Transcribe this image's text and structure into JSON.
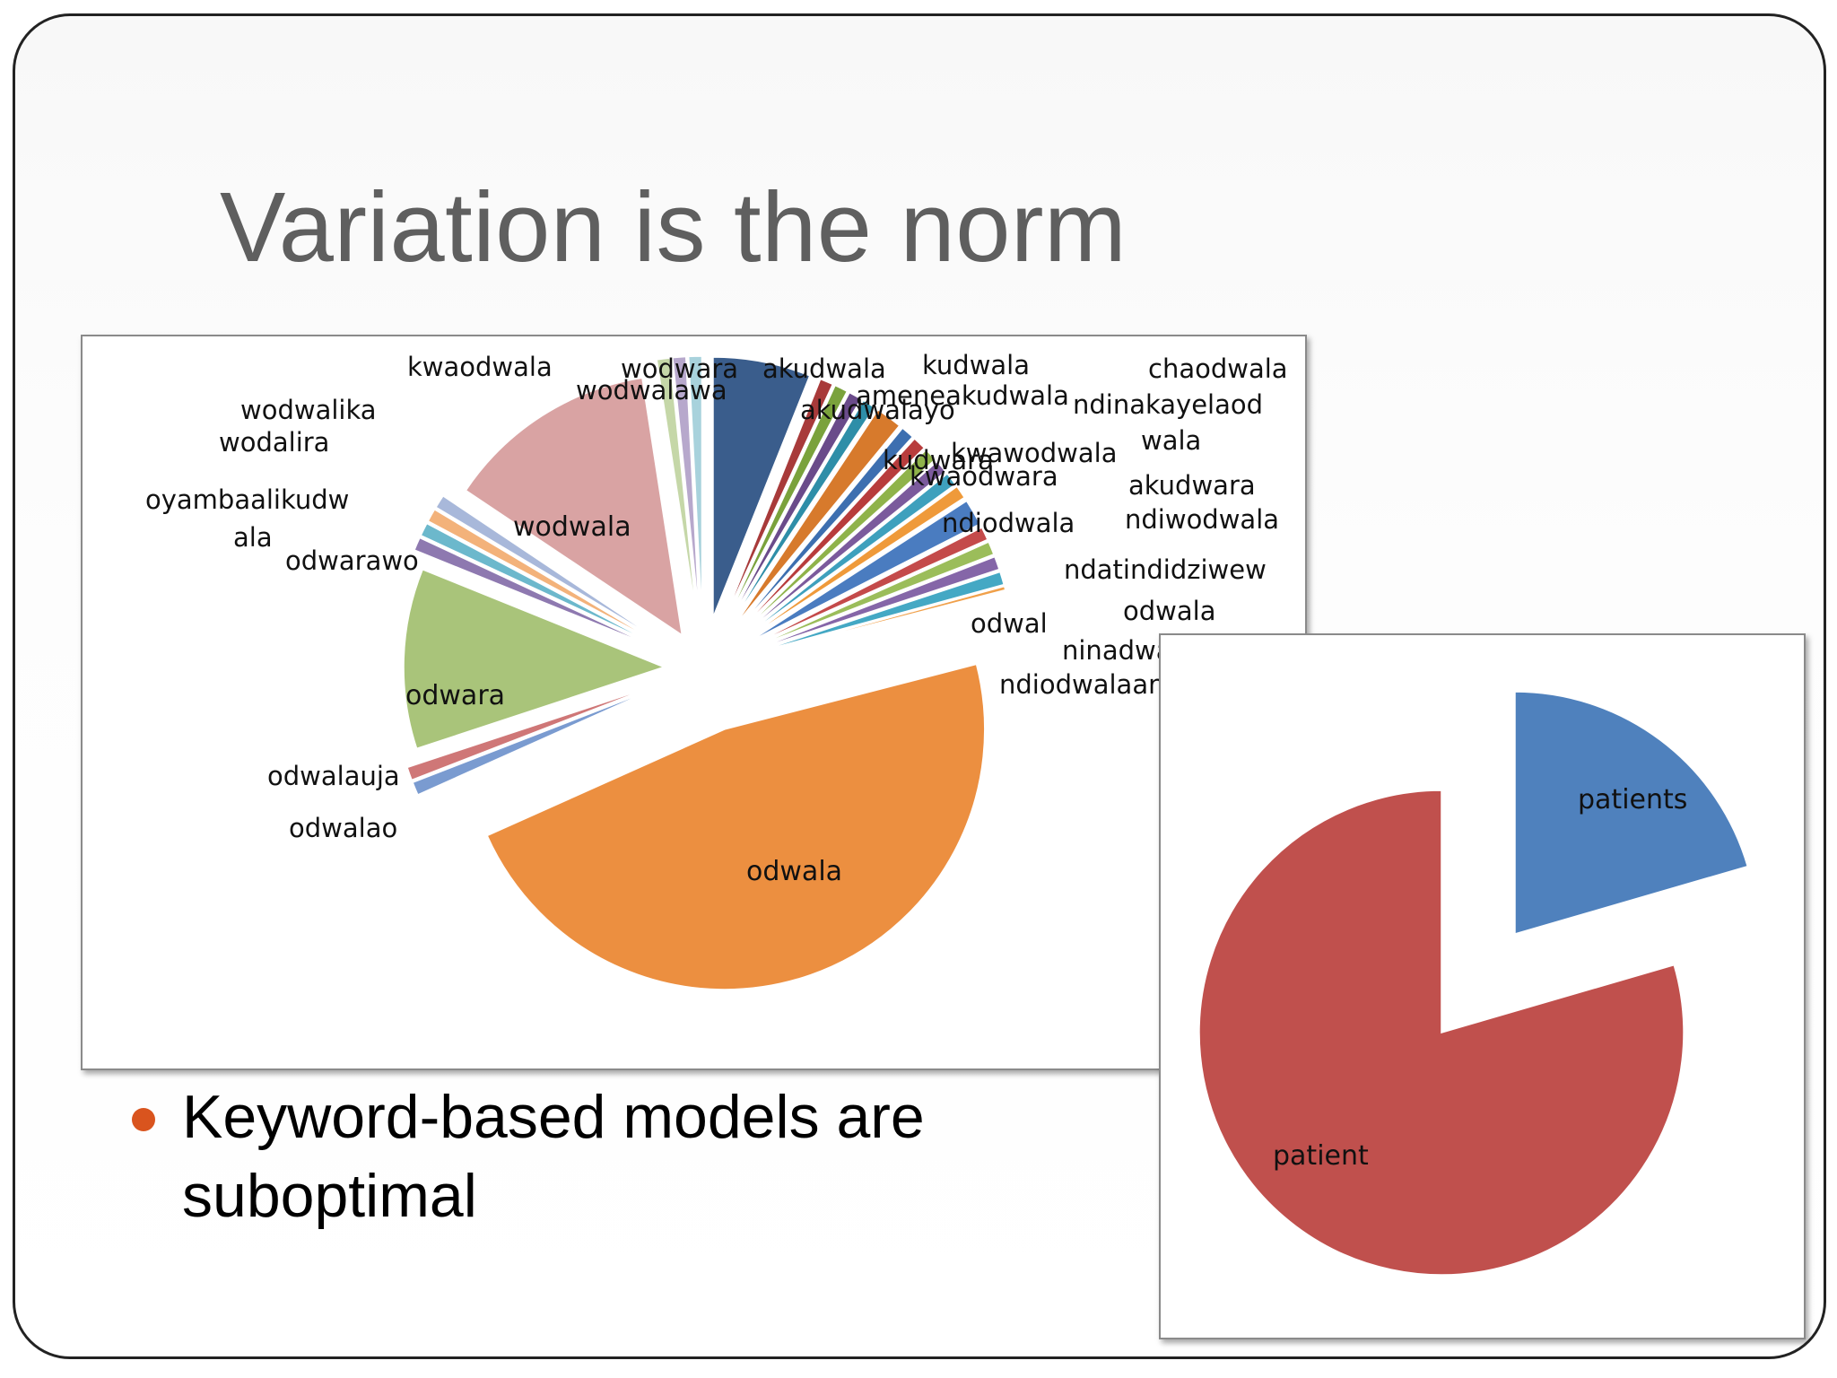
{
  "slide": {
    "title": "Variation is the norm",
    "bullets": [
      "Keyword-based models are suboptimal"
    ],
    "bullet_color": "#d9541e"
  },
  "chart_data": [
    {
      "type": "pie",
      "title": "",
      "start_angle_deg": 0,
      "exploded": true,
      "slices": [
        {
          "label": "akudwala",
          "value": 5.2,
          "color": "#3a5d8c"
        },
        {
          "label": "",
          "value": 0.7,
          "color": "#a83a3a"
        },
        {
          "label": "",
          "value": 0.7,
          "color": "#7aa23c"
        },
        {
          "label": "",
          "value": 0.7,
          "color": "#6a4b8a"
        },
        {
          "label": "",
          "value": 0.7,
          "color": "#2e8ea8"
        },
        {
          "label": "kudwala",
          "value": 1.4,
          "color": "#d77a2c"
        },
        {
          "label": "ameneakudwala",
          "value": 0.7,
          "color": "#3d6fb0"
        },
        {
          "label": "ndinakayelaod",
          "value": 0.7,
          "color": "#b83c3c"
        },
        {
          "label": "kwawodwala",
          "value": 0.7,
          "color": "#8fb34a"
        },
        {
          "label": "wala",
          "value": 0.7,
          "color": "#7b5a9c"
        },
        {
          "label": "akudwara",
          "value": 0.7,
          "color": "#3ea0bd"
        },
        {
          "label": "ndiwodwala",
          "value": 0.7,
          "color": "#ef9a3a"
        },
        {
          "label": "ndiodwala",
          "value": 1.4,
          "color": "#4a7cc0"
        },
        {
          "label": "ndatindidziwew",
          "value": 0.7,
          "color": "#c44a4a"
        },
        {
          "label": "odwala",
          "value": 0.7,
          "color": "#9bbd5a"
        },
        {
          "label": "odwal",
          "value": 0.7,
          "color": "#8566a8"
        },
        {
          "label": "ninadwala",
          "value": 0.7,
          "color": "#44a8c4"
        },
        {
          "label": "ndiodwalaana",
          "value": 0.2,
          "color": "#f0a04a"
        },
        {
          "label": "odwala",
          "value": 40.6,
          "color": "#ec8f40"
        },
        {
          "label": "odwalao",
          "value": 0.7,
          "color": "#7a9bd0"
        },
        {
          "label": "odwalauja",
          "value": 0.7,
          "color": "#cf7777"
        },
        {
          "label": "odwara",
          "value": 9.6,
          "color": "#a9c47a"
        },
        {
          "label": "",
          "value": 0.7,
          "color": "#8e79b0"
        },
        {
          "label": "odwarawo",
          "value": 0.7,
          "color": "#6cb8cc"
        },
        {
          "label": "ala",
          "value": 0.7,
          "color": "#f3b27a"
        },
        {
          "label": "oyambaalikudw",
          "value": 0.7,
          "color": "#a8b8da"
        },
        {
          "label": "wodwala",
          "value": 11.3,
          "color": "#d9a3a3"
        },
        {
          "label": "wodalira",
          "value": 0.7,
          "color": "#c5d7a8"
        },
        {
          "label": "wodwalika",
          "value": 0.7,
          "color": "#b7a8cc"
        },
        {
          "label": "kwaodwala",
          "value": 0.7,
          "color": "#a8d2dc"
        }
      ],
      "labels_outside": [
        "kwaodwala",
        "wodwara",
        "akudwala",
        "kudwala",
        "chaodwala",
        "wodwalawa",
        "ameneakudwala",
        "ndinakayelaod",
        "akudwalayo",
        "wodwalika",
        "wodalira",
        "kwawodwala",
        "kudwara",
        "kwaodwara",
        "wala",
        "akudwara",
        "oyambaalikudw",
        "ndiodwala",
        "ndiwodwala",
        "ala",
        "odwarawo",
        "ndatindidziwew",
        "odwal",
        "odwala",
        "ninadwala",
        "ndiodwalaana",
        "odwalauja",
        "odwalao"
      ],
      "labels_inside": [
        "wodwala",
        "odwara",
        "odwala"
      ]
    },
    {
      "type": "pie",
      "title": "",
      "exploded": true,
      "slices": [
        {
          "label": "patients",
          "value": 20.5,
          "color": "#4f81bd"
        },
        {
          "label": "patient",
          "value": 79.5,
          "color": "#c0504d"
        }
      ]
    }
  ]
}
